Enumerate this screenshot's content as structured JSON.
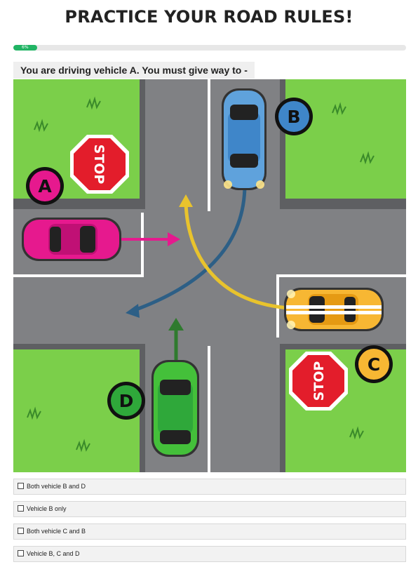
{
  "title": "PRACTICE YOUR ROAD RULES!",
  "progress": {
    "percent": 6,
    "label": "6%"
  },
  "question": "You are driving vehicle A. You must give way to -",
  "scene": {
    "labels": {
      "a": "A",
      "b": "B",
      "c": "C",
      "d": "D"
    },
    "stop_sign_text": "STOP",
    "colors": {
      "grass": "#7bcf4a",
      "road": "#808184",
      "a": "#e6198e",
      "b": "#3f86c9",
      "c": "#f7b733",
      "d": "#2fa83a",
      "stop": "#e31d2b"
    }
  },
  "options": [
    {
      "label": "Both vehicle B and D"
    },
    {
      "label": "Vehicle B only"
    },
    {
      "label": "Both vehicle C and B"
    },
    {
      "label": "Vehicle B, C and D"
    }
  ]
}
